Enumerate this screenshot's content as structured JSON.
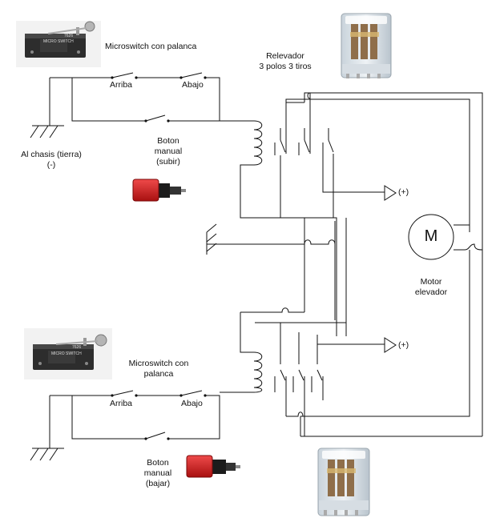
{
  "labels": {
    "microswitch_top": "Microswitch con palanca",
    "relay_title_1": "Relevador",
    "relay_title_2": "3 polos 3 tiros",
    "arriba_top": "Arriba",
    "abajo_top": "Abajo",
    "chassis_1": "Al chasis (tierra)",
    "chassis_2": "(-)",
    "boton_subir_1": "Boton",
    "boton_subir_2": "manual",
    "boton_subir_3": "(subir)",
    "plus_top": "(+)",
    "motor_symbol": "M",
    "motor_1": "Motor",
    "motor_2": "elevador",
    "plus_bottom": "(+)",
    "microswitch_bottom_1": "Microswitch con",
    "microswitch_bottom_2": "palanca",
    "arriba_bottom": "Arriba",
    "abajo_bottom": "Abajo",
    "boton_bajar_1": "Boton",
    "boton_bajar_2": "manual",
    "boton_bajar_3": "(bajar)"
  },
  "photos": {
    "microswitch_brand": "MICRO SWITCH",
    "microswitch_code": "7626"
  },
  "colors": {
    "wire": "#111111",
    "button_red": "#cc1a1a",
    "button_body": "#1a1a1a",
    "relay_clear": "#dfe6ec",
    "switch_body": "#2a2a2a"
  }
}
